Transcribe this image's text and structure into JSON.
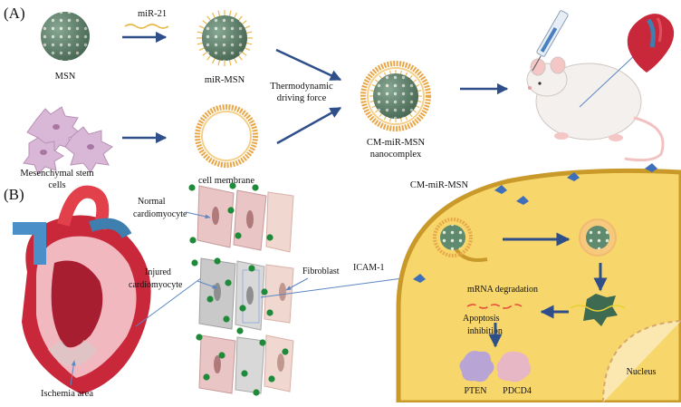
{
  "panels": {
    "a": "(A)",
    "b": "(B)"
  },
  "labels": {
    "msn": "MSN",
    "mir21": "miR-21",
    "mir_msn": "miR-MSN",
    "driving_force": [
      "Thermodynamic",
      "driving force"
    ],
    "complex": [
      "CM-miR-MSN",
      "nanocomplex"
    ],
    "msc": [
      "Mesenchymal stem",
      "cells"
    ],
    "cell_membrane": "cell membrane",
    "normal_cm": [
      "Normal",
      "cardiomyocyte"
    ],
    "injured_cm": [
      "Injured",
      "cardiomyocyte"
    ],
    "fibroblast": "Fibroblast",
    "ischemia": "Ischemia area",
    "cm_mir_msn": "CM-miR-MSN",
    "icam": "ICAM-1",
    "mrna": "mRNA degradation",
    "apoptosis": [
      "Apoptosis",
      "inhibition"
    ],
    "pten": "PTEN",
    "pdcd4": "PDCD4",
    "nucleus": "Nucleus"
  },
  "colors": {
    "particle": "#5f8a6e",
    "particle_dark": "#3f6a52",
    "membrane": "#e8a84a",
    "msc": "#d9b7d6",
    "cell_fill": "#f7d66b",
    "cell_edge": "#c9992a",
    "arrow": "#2f4f8a",
    "dot": "#1f8a3a",
    "heart_red": "#c8283a",
    "heart_blue": "#3f7fb0",
    "protein_pten": "#b9a4d6",
    "protein_pdcd4": "#e7b7c6"
  }
}
